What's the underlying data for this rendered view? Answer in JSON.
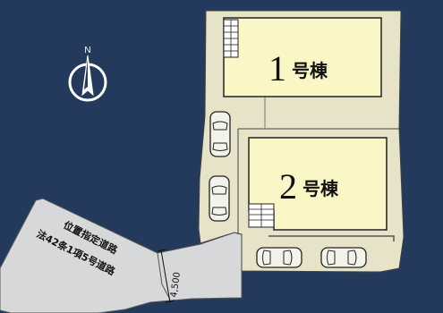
{
  "compass": {
    "north_label": "N"
  },
  "buildings": [
    {
      "number": "1",
      "suffix": "号棟"
    },
    {
      "number": "2",
      "suffix": "号棟"
    }
  ],
  "road": {
    "line1": "位置指定道路",
    "line2": "法42条1項5号道路",
    "width_label": "4,500"
  },
  "parking_spaces": 4,
  "colors": {
    "background": "#233a5c",
    "lot": "#e6e3c9",
    "building": "#fbf6c6",
    "road": "#d7d8da",
    "outline": "#333333"
  }
}
